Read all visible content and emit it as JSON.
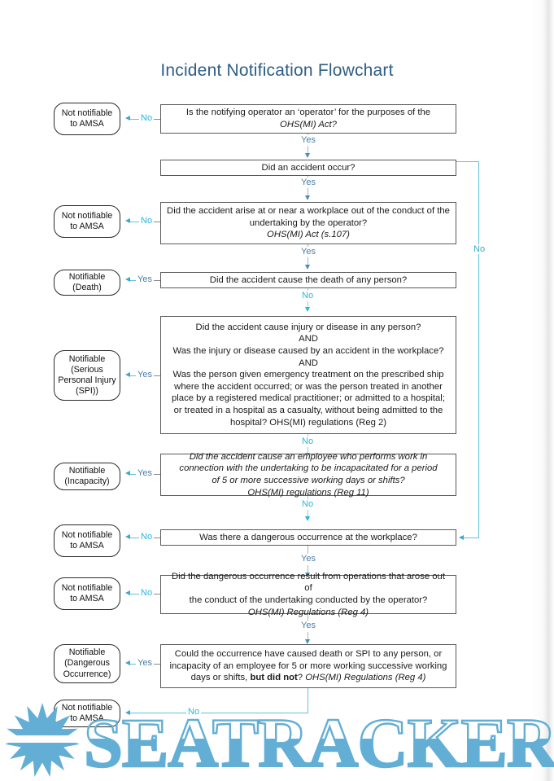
{
  "document": {
    "title": "Incident Notification Flowchart"
  },
  "labels": {
    "yes": "Yes",
    "no": "No"
  },
  "watermark": {
    "text": "SEATRACKER.RU",
    "logo": "sun-icon",
    "color": "#63aed4"
  },
  "colors": {
    "title": "#2e5d85",
    "yes_label": "#4a7fa5",
    "no_label": "#29b6dd",
    "box_border": "#5a5a5a",
    "terminator_border": "#2b2b2b",
    "connector": "#5fc5de"
  },
  "terminators": [
    {
      "id": "t1",
      "lines": [
        "Not notifiable",
        "to AMSA"
      ]
    },
    {
      "id": "t2",
      "lines": [
        "Not notifiable",
        "to AMSA"
      ]
    },
    {
      "id": "t3",
      "lines": [
        "Notifiable",
        "(Death)"
      ]
    },
    {
      "id": "t4",
      "lines": [
        "Notifiable",
        "(Serious",
        "Personal Injury",
        "(SPI))"
      ]
    },
    {
      "id": "t5",
      "lines": [
        "Notifiable",
        "(Incapacity)"
      ]
    },
    {
      "id": "t6",
      "lines": [
        "Not notifiable",
        "to AMSA"
      ]
    },
    {
      "id": "t7",
      "lines": [
        "Not notifiable",
        "to AMSA"
      ]
    },
    {
      "id": "t8",
      "lines": [
        "Notifiable",
        "(Dangerous",
        "Occurrence)"
      ]
    },
    {
      "id": "t9",
      "lines": [
        "Not notifiable",
        "to AMSA"
      ]
    }
  ],
  "decisions": [
    {
      "id": "d1",
      "text_plain": "Is the notifying operator an ‘operator’ for the purposes of the OHS(MI) Act?",
      "line1": "Is the notifying operator an ‘operator’ for the purposes of the",
      "line2": "OHS(MI) Act?",
      "yes_to": "d2",
      "no_to": "t1"
    },
    {
      "id": "d2",
      "text_plain": "Did an accident occur?",
      "line1": "Did an accident occur?",
      "yes_to": "d3",
      "no_to": "d6"
    },
    {
      "id": "d3",
      "text_plain": "Did the accident arise at or near a workplace out of the conduct of the undertaking by the operator? OHS(MI) Act (s.107)",
      "line1": "Did the accident arise at or near a workplace out of the conduct of the",
      "line2": "undertaking by the operator?",
      "line3": "OHS(MI) Act (s.107)",
      "yes_to": "d4",
      "no_to": "t2"
    },
    {
      "id": "d4",
      "text_plain": "Did the accident cause the death of any person?",
      "line1": "Did the accident cause the death of any person?",
      "yes_to": "t3",
      "no_to": "d5"
    },
    {
      "id": "d5",
      "text_plain": "Did the accident cause injury or disease in any person? AND Was the injury or disease caused by an accident in the workplace? AND Was the person given emergency treatment on the prescribed ship where the accident occurred; or was the person treated in another place by a registered medical practitioner; or admitted to a hospital; or treated in a hospital as a casualty, without being admitted to the hospital? OHS(MI) regulations (Reg 2)",
      "line1": "Did the accident cause injury or disease in any person?",
      "line2": "AND",
      "line3": "Was the injury or disease caused by an accident in the workplace?",
      "line4": "AND",
      "line5": "Was the person given emergency treatment on the prescribed ship",
      "line6": "where the accident occurred; or was the person treated in another",
      "line7": "place by a registered medical practitioner; or admitted to a hospital;",
      "line8": "or treated in a hospital as a casualty, without being admitted to the",
      "line9": "hospital? OHS(MI) regulations (Reg 2)",
      "yes_to": "t4",
      "no_to": "d6b"
    },
    {
      "id": "d6b",
      "text_plain": "Did the accident cause an employee who performs work in connection with the undertaking to be incapacitated for a period of 5 or more successive working days or shifts? OHS(MI) regulations (Reg 11)",
      "line1": "Did the accident cause an employee who performs work in",
      "line2": "connection with the undertaking to be incapacitated for a period",
      "line3": "of 5 or more successive working days or shifts?",
      "line4": "OHS(MI) regulations (Reg 11)",
      "italic": true,
      "yes_to": "t5",
      "no_to": "d6"
    },
    {
      "id": "d6",
      "text_plain": "Was there a dangerous occurrence at the workplace?",
      "line1": "Was there a dangerous occurrence at the workplace?",
      "yes_to": "d7",
      "no_to": "t6"
    },
    {
      "id": "d7",
      "text_plain": "Did the dangerous occurrence result from operations that arose out of the conduct of the undertaking conducted by the operator? OHS(MI) Regulations (Reg 4)",
      "line1": "Did the dangerous occurrence result from operations that arose out of",
      "line2": "the conduct of the undertaking conducted by the operator?",
      "line3": "OHS(MI) Regulations (Reg 4)",
      "yes_to": "d8",
      "no_to": "t7"
    },
    {
      "id": "d8",
      "text_plain": "Could the occurrence have caused death or SPI to any person, or incapacity of an employee for 5 or more working successive working days or shifts, but did not? OHS(MI) Regulations (Reg 4)",
      "line1": "Could the occurrence have caused death or SPI to any person, or",
      "line2": "incapacity of an employee for 5 or more working successive working",
      "line3a": "days or shifts, ",
      "line3b": "but did not",
      "line3c": "? ",
      "line3d": "OHS(MI) Regulations (Reg 4)",
      "yes_to": "t8",
      "no_to": "t9"
    }
  ]
}
